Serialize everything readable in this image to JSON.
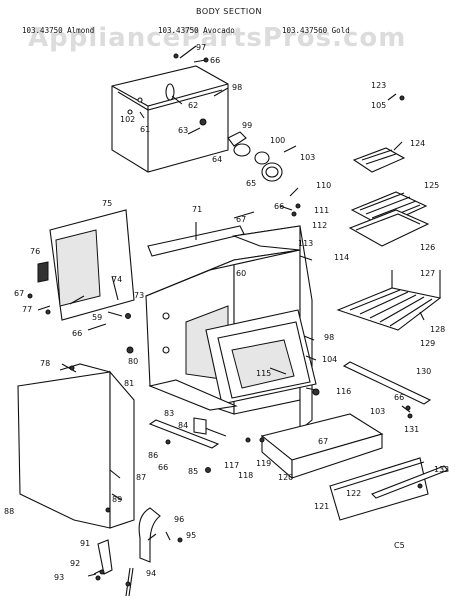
{
  "header": {
    "title": "BODY SECTION",
    "subtitle_left": "103.43750 Almond",
    "subtitle_mid": "103.43750 Avocado",
    "subtitle_right": "103.437560 Gold"
  },
  "watermark": "AppliancePartsPros.com",
  "corner_label": "C5",
  "part_labels": {
    "p66a": "66",
    "p97": "97",
    "p98a": "98",
    "p62": "62",
    "p102": "102",
    "p61": "61",
    "p63": "63",
    "p99": "99",
    "p64": "64",
    "p100": "100",
    "p103a": "103",
    "p65": "65",
    "p123": "123",
    "p105": "105",
    "p124": "124",
    "p125": "125",
    "p126": "126",
    "p110": "110",
    "p66b": "66",
    "p111": "111",
    "p112": "112",
    "p113": "113",
    "p75": "75",
    "p71": "71",
    "p67a": "67",
    "p76": "76",
    "p67b": "67",
    "p77": "77",
    "p74": "74",
    "p59": "59",
    "p73": "73",
    "p66c": "66",
    "p80": "80",
    "p60": "60",
    "p114": "114",
    "p127": "127",
    "p128": "128",
    "p129": "129",
    "p98b": "98",
    "p104": "104",
    "p115": "115",
    "p81": "81",
    "p78": "78",
    "p116": "116",
    "p130": "130",
    "p66d": "66",
    "p131": "131",
    "p103b": "103",
    "p83": "83",
    "p84": "84",
    "p86": "86",
    "p66e": "66",
    "p117": "117",
    "p118": "118",
    "p119": "119",
    "p67c": "67",
    "p85": "85",
    "p120": "120",
    "p132": "132",
    "p87": "87",
    "p88": "88",
    "p89": "89",
    "p122": "122",
    "p121": "121",
    "p96": "96",
    "p95": "95",
    "p91": "91",
    "p92": "92",
    "p93": "93",
    "p94": "94"
  }
}
